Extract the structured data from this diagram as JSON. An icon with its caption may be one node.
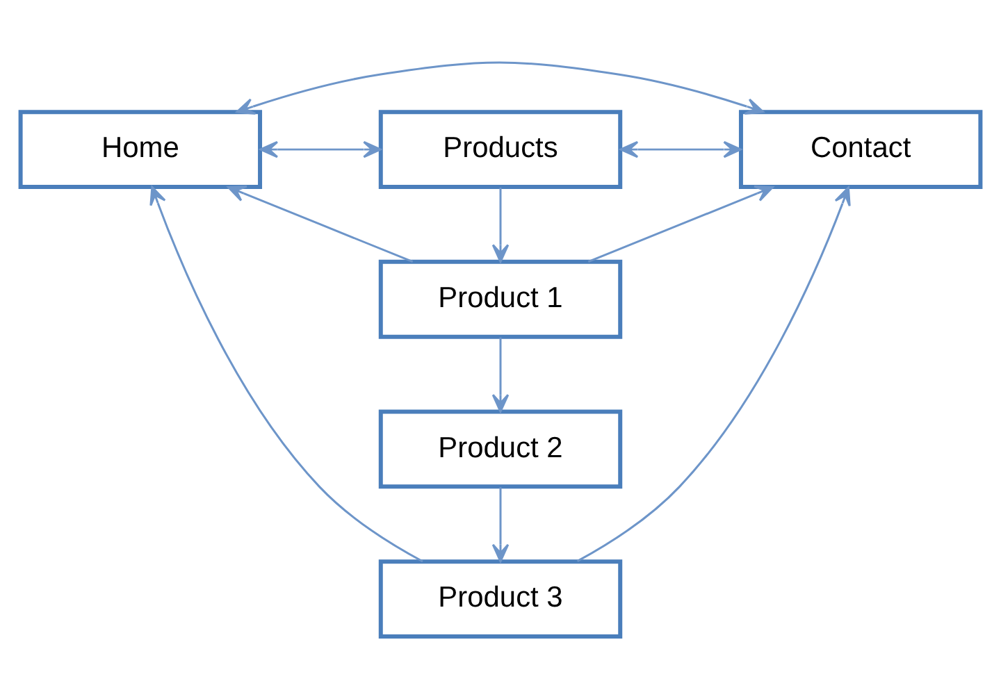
{
  "diagram": {
    "nodes": [
      {
        "text": [
          "Home"
        ]
      },
      {
        "text": [
          "Products"
        ]
      },
      {
        "text": [
          "Contact"
        ]
      },
      {
        "text": [
          "Product 1"
        ]
      },
      {
        "text": [
          "Product 2"
        ]
      },
      {
        "text": [
          "Product 3"
        ]
      }
    ],
    "edges": [
      {
        "from": 0,
        "to": 2,
        "arrow": "both"
      },
      {
        "from": 0,
        "to": 1,
        "arrow": "both"
      },
      {
        "from": 1,
        "to": 2,
        "arrow": "both"
      },
      {
        "from": 1,
        "to": 3,
        "arrow": "to"
      },
      {
        "from": 3,
        "to": 4,
        "arrow": "to"
      },
      {
        "from": 4,
        "to": 5,
        "arrow": "to"
      },
      {
        "from": 3,
        "to": 0,
        "arrow": "to"
      },
      {
        "from": 5,
        "to": 0,
        "arrow": "to"
      },
      {
        "from": 3,
        "to": 2,
        "arrow": "to"
      },
      {
        "from": 5,
        "to": 2,
        "arrow": "to"
      }
    ]
  }
}
